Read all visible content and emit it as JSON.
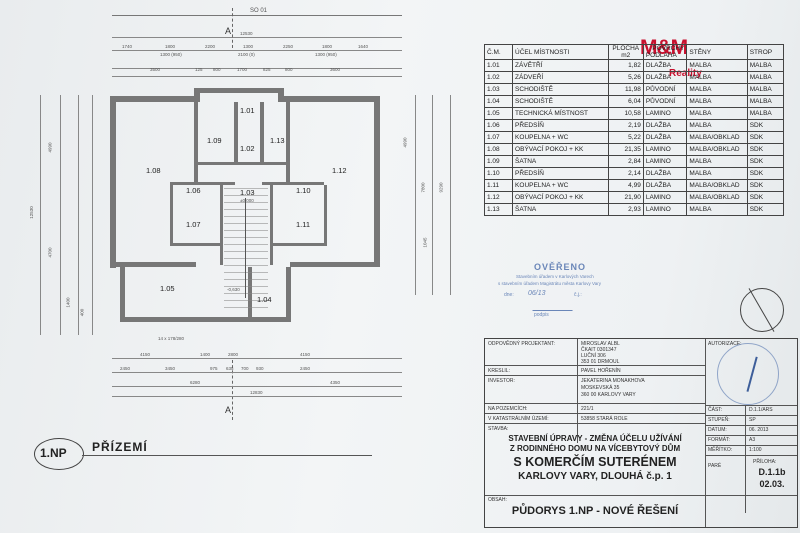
{
  "plan": {
    "top_dim_total": "SO 01",
    "top_dim_row1": [
      "1740",
      "1800",
      "2200",
      "1300",
      "2250",
      "1800",
      "1640"
    ],
    "top_dim_row2": [
      "1300 (950)",
      "2100 (0)",
      "1300 (950)"
    ],
    "top_dim_row3": [
      "3500",
      "125",
      "800",
      "1700",
      "825",
      "800",
      "3600"
    ],
    "top_dim_12530": "12530",
    "bottom_dim_row1": [
      "4150",
      "1400",
      "2800",
      "4150"
    ],
    "bottom_dim_row2": [
      "2450",
      "3450",
      "975",
      "635",
      "700",
      "930",
      "2450"
    ],
    "bottom_dim_row3": [
      "6280",
      "4350"
    ],
    "bottom_dim_12830": "12830",
    "section_mark": "A",
    "stair_label": "14 x 178/280",
    "level_mark": "-0,630",
    "level_mark2": "±0,000",
    "left_dims": [
      "12530",
      "4990",
      "4700",
      "1400",
      "400"
    ],
    "right_dims": [
      "4990",
      "7800",
      "9290",
      "1045"
    ],
    "rooms": [
      "1.01",
      "1.02",
      "1.03",
      "1.04",
      "1.05",
      "1.06",
      "1.07",
      "1.08",
      "1.09",
      "1.10",
      "1.11",
      "1.12",
      "1.13"
    ],
    "floor_label": "1.NP",
    "floor_name": "PŘÍZEMÍ"
  },
  "logo": {
    "brand": "M&M",
    "sub": "Reality"
  },
  "room_table": {
    "headers": {
      "num": "Č.M.",
      "name": "ÚČEL MÍSTNOSTI",
      "area": "PLOCHA",
      "area_unit": "m2",
      "finishes": "POVRCHY",
      "floor": "PODLAHA",
      "walls": "STĚNY",
      "ceiling": "STROP"
    },
    "rows": [
      [
        "1.01",
        "ZÁVĚTŘÍ",
        "1,82",
        "DLAŽBA",
        "MALBA",
        "MALBA"
      ],
      [
        "1.02",
        "ZÁDVEŘÍ",
        "5,26",
        "DLAŽBA",
        "MALBA",
        "MALBA"
      ],
      [
        "1.03",
        "SCHODIŠTĚ",
        "11,98",
        "PŮVODNÍ",
        "MALBA",
        "MALBA"
      ],
      [
        "1.04",
        "SCHODIŠTĚ",
        "6,04",
        "PŮVODNÍ",
        "MALBA",
        "MALBA"
      ],
      [
        "1.05",
        "TECHNICKÁ MÍSTNOST",
        "10,58",
        "LAMINO",
        "MALBA",
        "MALBA"
      ],
      [
        "1.06",
        "PŘEDSÍŇ",
        "2,19",
        "DLAŽBA",
        "MALBA",
        "SDK"
      ],
      [
        "1.07",
        "KOUPELNA + WC",
        "5,22",
        "DLAŽBA",
        "MALBA/OBKLAD",
        "SDK"
      ],
      [
        "1.08",
        "OBÝVACÍ POKOJ + KK",
        "21,35",
        "LAMINO",
        "MALBA/OBKLAD",
        "SDK"
      ],
      [
        "1.09",
        "ŠATNA",
        "2,84",
        "LAMINO",
        "MALBA",
        "SDK"
      ],
      [
        "1.10",
        "PŘEDSÍŇ",
        "2,14",
        "DLAŽBA",
        "MALBA",
        "SDK"
      ],
      [
        "1.11",
        "KOUPELNA + WC",
        "4,99",
        "DLAŽBA",
        "MALBA/OBKLAD",
        "SDK"
      ],
      [
        "1.12",
        "OBÝVACÍ POKOJ + KK",
        "21,90",
        "LAMINO",
        "MALBA/OBKLAD",
        "SDK"
      ],
      [
        "1.13",
        "ŠATNA",
        "2,93",
        "LAMINO",
        "MALBA",
        "SDK"
      ]
    ]
  },
  "stamp": {
    "title": "OVĚŘENO",
    "line1": "Stavebním úřadem v Karlových Varech",
    "line2": "s stavebním úřadem Magistrátu města Karlovy Vary",
    "date_label": "dne:",
    "date_value": "06/13",
    "number_label": "č.j.:",
    "signature_label": "podpis"
  },
  "title_block": {
    "responsible_label": "ODPOVĚDNÝ PROJEKTANT:",
    "responsible_value": [
      "MIROSLAV ALBL",
      "ČKAIT 0301347",
      "LUČNÍ 306",
      "353 01 DRMOUL"
    ],
    "drawn_label": "KRESLIL:",
    "drawn_value": "PAVEL HOŘENÍN",
    "investor_label": "INVESTOR:",
    "investor_value": [
      "JEKATERINA MONAKHOVA",
      "MOSKEVSKÁ 35",
      "360 00 KARLOVY VARY"
    ],
    "parcel_label": "NA POZEMCÍCH:",
    "parcel_value": "221/1",
    "cadastre_label": "V KATASTRÁLNÍM ÚZEMÍ:",
    "cadastre_value": "53858 STARÁ ROLE",
    "stavba_label": "STAVBA:",
    "stavba_line1": "STAVEBNÍ ÚPRAVY - ZMĚNA ÚČELU UŽÍVÁNÍ",
    "stavba_line2": "Z RODINNÉHO DOMU NA VÍCEBYTOVÝ DŮM",
    "stavba_line3": "S KOMERČÍM SUTERÉNEM",
    "stavba_line4": "KARLOVY VARY, DLOUHÁ č.p. 1",
    "obsah_label": "OBSAH:",
    "obsah_value": "PŮDORYS 1.NP - NOVÉ ŘEŠENÍ",
    "authorization_label": "AUTORIZACE:",
    "part_label": "ČÁST:",
    "part_value": "D.1.1/ARS",
    "stage_label": "STUPEŇ:",
    "stage_value": "SP",
    "date_label": "DATUM:",
    "date_value": "06. 2013",
    "format_label": "FORMÁT:",
    "format_value": "A3",
    "scale_label": "MĚŘÍTKO:",
    "scale_value": "1:100",
    "copy_label": "PARÉ",
    "attachment_label": "PŘÍLOHA:",
    "attachment_value": "D.1.1b",
    "attachment_sub": "02.03."
  }
}
